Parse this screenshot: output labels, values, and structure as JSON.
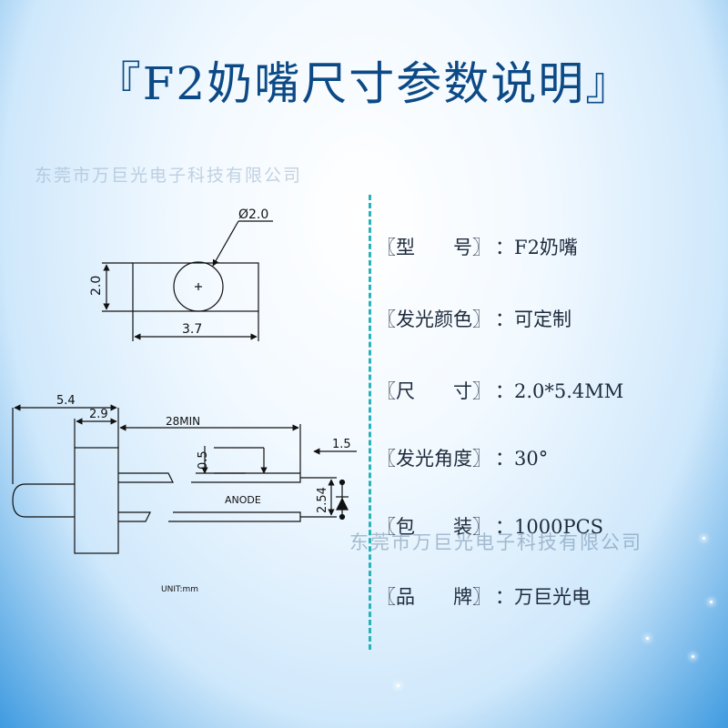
{
  "title": "『F2奶嘴尺寸参数说明』",
  "watermark": "东莞市万巨光电子科技有限公司",
  "diagram": {
    "diameter_label": "Ø2.0",
    "height_label": "2.0",
    "width_label": "3.7",
    "dim_5_4": "5.4",
    "dim_2_9": "2.9",
    "dim_28min": "28MIN",
    "dim_0_5": "0.5",
    "dim_1_5": "1.5",
    "dim_2_54": "2.54",
    "anode_label": "ANODE",
    "unit_label": "UNIT:mm"
  },
  "specs": [
    {
      "label": "〖型　　号〗",
      "value": "：F2奶嘴"
    },
    {
      "label": "〖发光颜色〗",
      "value": "：可定制"
    },
    {
      "label": "〖尺　　寸〗",
      "value": "：2.0*5.4MM"
    },
    {
      "label": "〖发光角度〗",
      "value": "：30°"
    },
    {
      "label": "〖包　　装〗",
      "value": "：1000PCS"
    },
    {
      "label": "〖品　　牌〗",
      "value": "：万巨光电"
    }
  ],
  "colors": {
    "title": "#0c4a86",
    "divider": "#2bb2b8",
    "text": "#1e2b3c"
  }
}
